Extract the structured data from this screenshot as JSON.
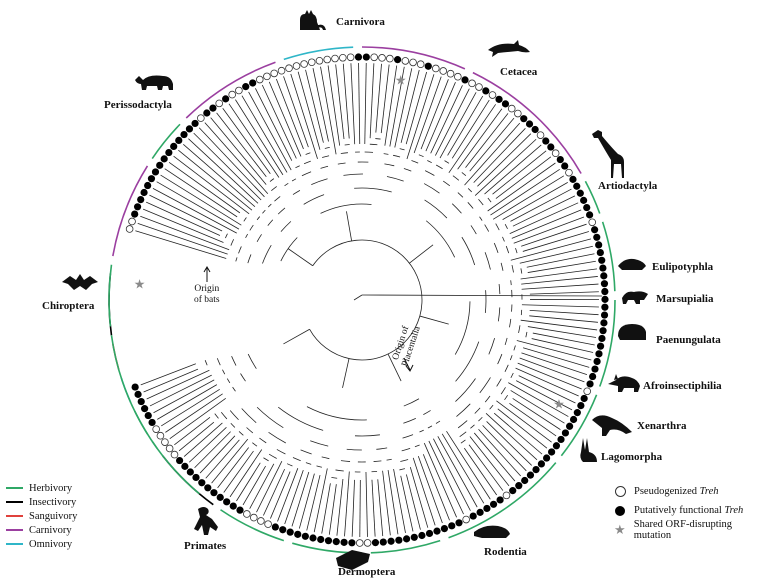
{
  "clades": {
    "carnivora": "Carnivora",
    "cetacea": "Cetacea",
    "perissodactyla": "Perissodactyla",
    "artiodactyla": "Artiodactyla",
    "eulipotyphla": "Eulipotyphla",
    "marsupialia": "Marsupialia",
    "chiroptera": "Chiroptera",
    "paenungulata": "Paenungulata",
    "afroinsectiphilia": "Afroinsectiphilia",
    "xenarthra": "Xenarthra",
    "lagomorpha": "Lagomorpha",
    "rodentia": "Rodentia",
    "dermoptera": "Dermoptera",
    "primates": "Primates"
  },
  "annotations": {
    "origin_bats_1": "Origin",
    "origin_bats_2": "of bats",
    "origin_placentalia_1": "Origin of",
    "origin_placentalia_2": "Placentalia"
  },
  "diet_legend": [
    {
      "label": "Herbivory",
      "color": "#2fa866"
    },
    {
      "label": "Insectivory",
      "color": "#000000"
    },
    {
      "label": "Sanguivory",
      "color": "#e0413c"
    },
    {
      "label": "Carnivory",
      "color": "#9b3fa0"
    },
    {
      "label": "Omnivory",
      "color": "#2fb6c8"
    }
  ],
  "status_legend": {
    "pseudo_prefix": "Pseudogenized ",
    "pseudo_gene": "Treh",
    "func_prefix": "Putatively functional ",
    "func_gene": "Treh",
    "shared": "Shared ORF-disrupting mutation"
  },
  "colors": {
    "herbivory": "#2fa866",
    "insectivory": "#000000",
    "sanguivory": "#e0413c",
    "carnivory": "#9b3fa0",
    "omnivory": "#2fb6c8",
    "star": "#8a8a8a"
  },
  "tips": "oofffffffffffffffoffofooffoooooooooooooffooofooofoooofoofoffoofffoffoffoffffffofffffffffffffffffffffoffffffffffffffffofffffoffffffffffffoofffffffffffoooofffffffffffoooooffffff",
  "stars": [
    -86,
    10,
    118
  ]
}
